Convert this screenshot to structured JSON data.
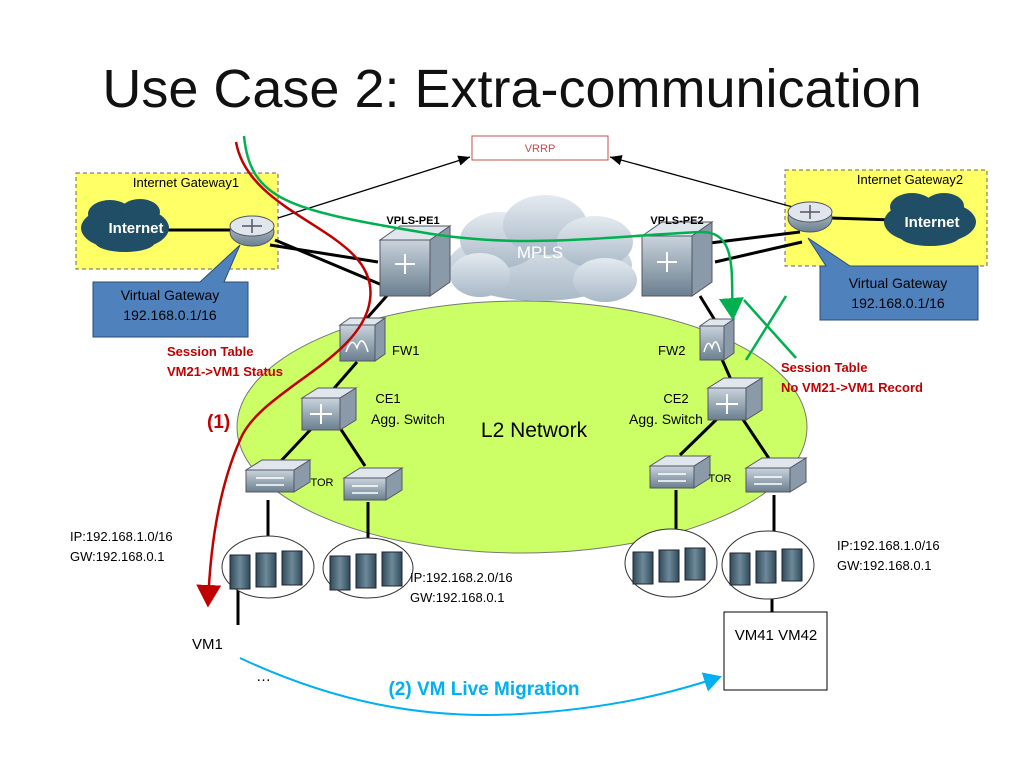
{
  "title": "Use Case 2: Extra-communication",
  "vrrp": "VRRP",
  "gateway1": {
    "label": "Internet Gateway1",
    "cloud": "Internet",
    "vgw_line1": "Virtual Gateway",
    "vgw_line2": "192.168.0.1/16"
  },
  "gateway2": {
    "label": "Internet Gateway2",
    "cloud": "Internet",
    "vgw_line1": "Virtual Gateway",
    "vgw_line2": "192.168.0.1/16"
  },
  "pe1": "VPLS-PE1",
  "pe2": "VPLS-PE2",
  "mpls": "MPLS",
  "fw1": "FW1",
  "fw2": "FW2",
  "session1": {
    "line1": "Session Table",
    "line2": "VM21->VM1  Status"
  },
  "session2": {
    "line1": "Session Table",
    "line2": "No VM21->VM1  Record"
  },
  "ce1": {
    "line1": "CE1",
    "line2": "Agg. Switch"
  },
  "ce2": {
    "line1": "CE2",
    "line2": "Agg. Switch"
  },
  "l2": "L2 Network",
  "step1": "(1)",
  "tor_left": "TOR",
  "tor_right": "TOR",
  "left_ip": {
    "line1": "IP:192.168.1.0/16",
    "line2": "GW:192.168.0.1"
  },
  "mid_ip": {
    "line1": "IP:192.168.2.0/16",
    "line2": "GW:192.168.0.1"
  },
  "right_ip": {
    "line1": "IP:192.168.1.0/16",
    "line2": "GW:192.168.0.1"
  },
  "vm1": "VM1",
  "ellipsis": "…",
  "vm_box": "VM41  VM42",
  "step2": "(2) VM Live Migration",
  "colors": {
    "gateway_fill": "#ffff66",
    "vgw_fill": "#4f81bd",
    "l2_fill": "#ccff66",
    "red_path": "#c00000",
    "green_path": "#00b050",
    "blue_path": "#00b0f0",
    "device": "#6b7f8f"
  }
}
